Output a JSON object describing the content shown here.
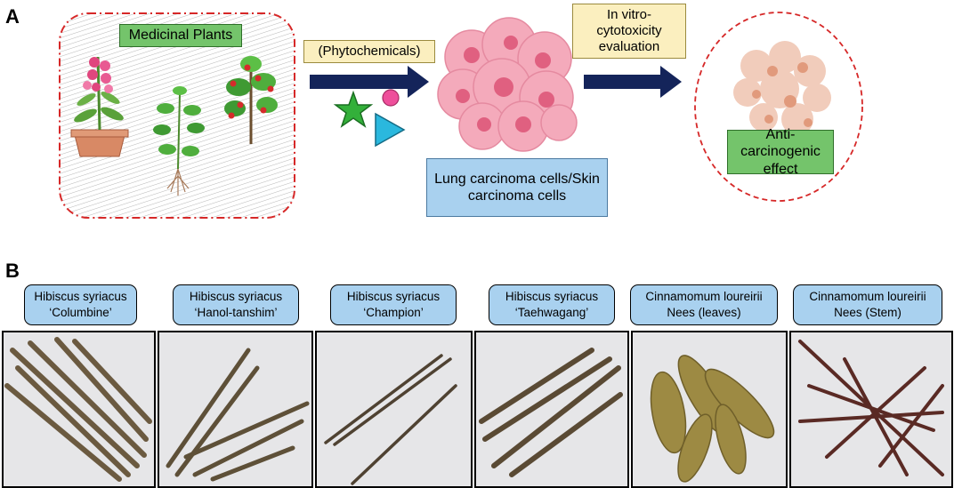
{
  "panel_a": {
    "letter": "A",
    "medicinal_plants": "Medicinal Plants",
    "phytochemicals": "(Phytochemicals)",
    "invitro": "In vitro-cytotoxicity evaluation",
    "carcinoma": "Lung carcinoma cells/Skin carcinoma cells",
    "effect": "Anti-carcinogenic effect"
  },
  "panel_b": {
    "letter": "B",
    "samples": [
      {
        "line1": "Hibiscus syriacus",
        "line2": "‘Columbine’"
      },
      {
        "line1": "Hibiscus syriacus",
        "line2": "‘Hanol-tanshim’"
      },
      {
        "line1": "Hibiscus syriacus",
        "line2": "‘Champion’"
      },
      {
        "line1": "Hibiscus syriacus",
        "line2": "‘Taehwagang’"
      },
      {
        "line1": "Cinnamomum loureirii",
        "line2": "Nees (leaves)"
      },
      {
        "line1": "Cinnamomum loureirii",
        "line2": "Nees (Stem)"
      }
    ]
  },
  "colors": {
    "green_label": "#74c46b",
    "yellow_label": "#fbefbf",
    "blue_label": "#a9d1ef",
    "arrow_navy": "#14245a",
    "dash_red": "#d62828",
    "cell_pink": "#f2a3b3"
  }
}
